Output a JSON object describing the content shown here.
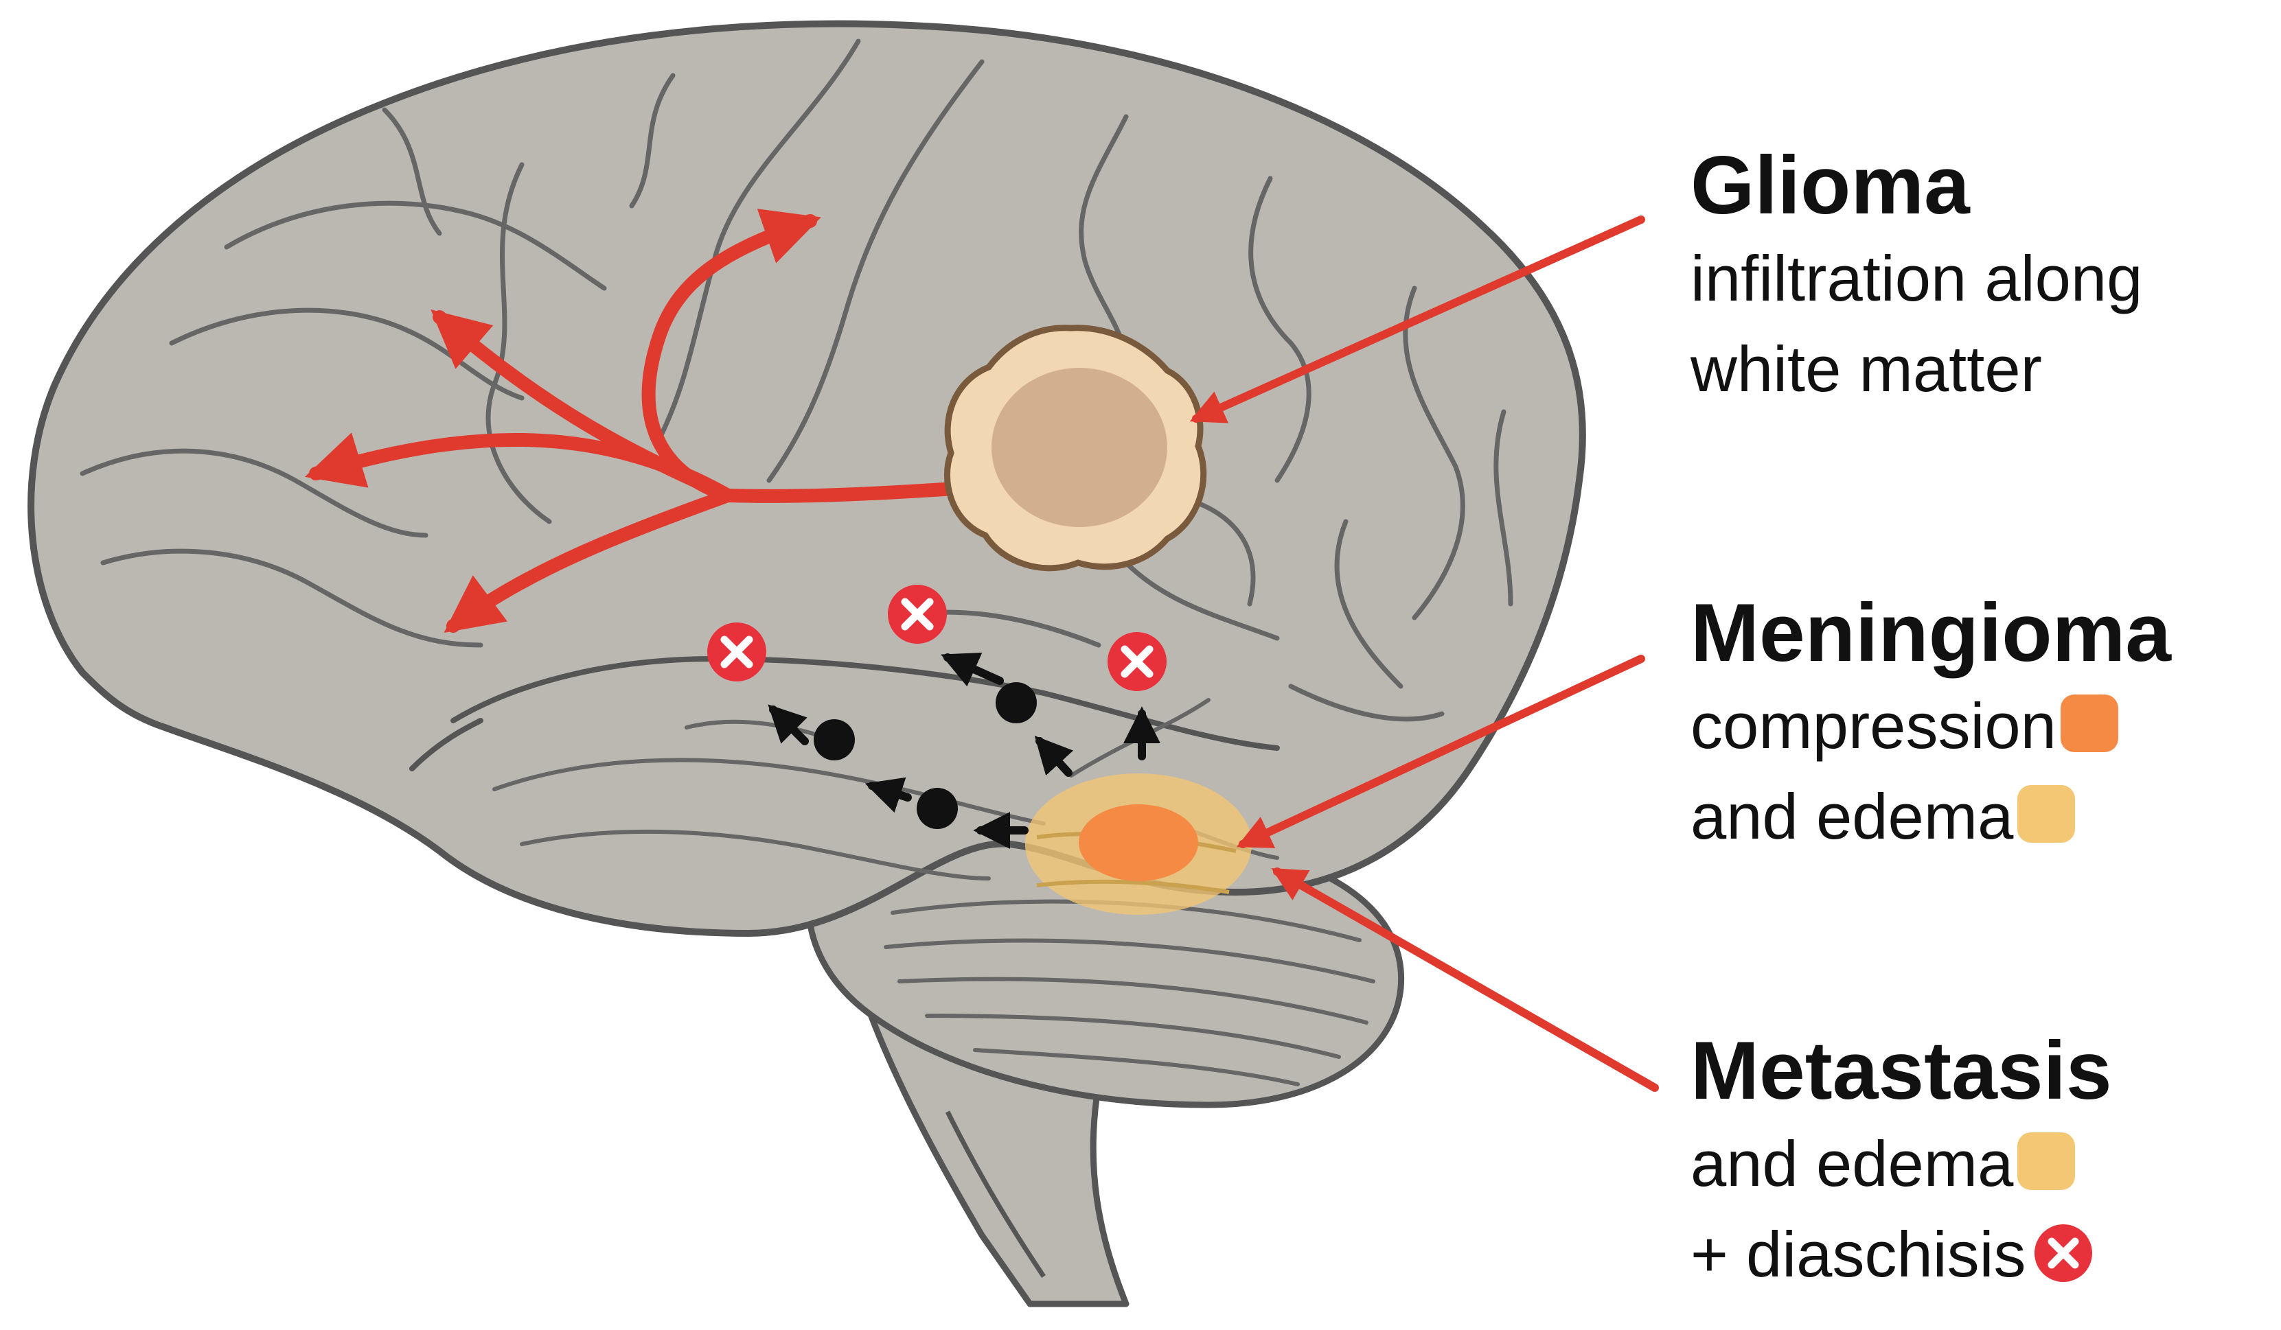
{
  "colors": {
    "brain_fill": "#bbb8b2",
    "brain_outline": "#555555",
    "infiltration_red": "#e03a2e",
    "glioma_outer": "#f2d7b3",
    "glioma_inner": "#d2b08e",
    "glioma_outline": "#7a5a3c",
    "compression_orange": "#f58a45",
    "edema_yellow": "#f3c774",
    "diaschisis_red": "#e8323b",
    "node_black": "#111111"
  },
  "legend": {
    "glioma": {
      "title": "Glioma",
      "line1": "infiltration along",
      "line2": "white matter"
    },
    "meningioma": {
      "title": "Meningioma",
      "line1": "compression",
      "line1_swatch_icon": "orange-square-icon",
      "line2": "and edema",
      "line2_swatch_icon": "yellow-square-icon"
    },
    "metastasis": {
      "title": "Metastasis",
      "line1": "and edema",
      "line1_swatch_icon": "yellow-square-icon",
      "line2": "+ diaschisis",
      "line2_icon": "red-x-circle-icon"
    }
  }
}
